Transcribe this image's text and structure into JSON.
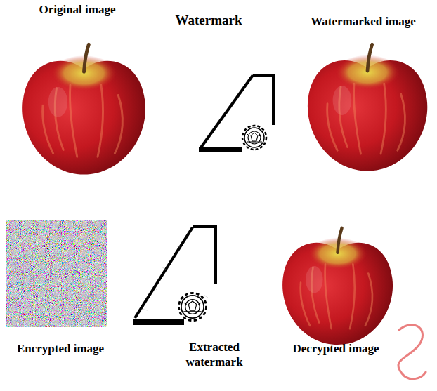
{
  "diagram": {
    "labels": [
      "Original image",
      "Watermark",
      "Watermarked image",
      "Encrypted image",
      "Extracted watermark",
      "Decrypted image"
    ]
  }
}
